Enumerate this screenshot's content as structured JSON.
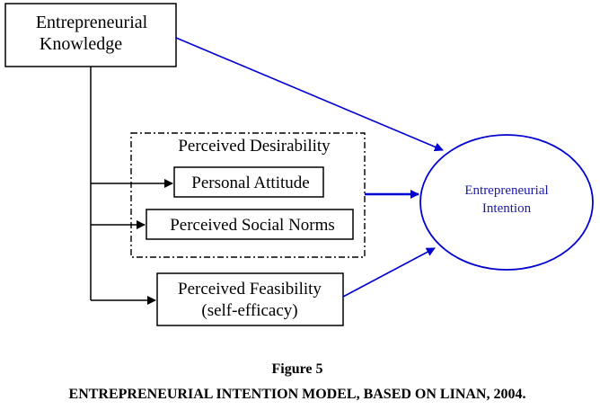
{
  "nodes": {
    "entrepreneurial_knowledge": {
      "line1": "Entrepreneurial",
      "line2": "Knowledge"
    },
    "perceived_desirability": {
      "label": "Perceived Desirability"
    },
    "personal_attitude": {
      "label": "Personal Attitude"
    },
    "perceived_social_norms": {
      "label": "Perceived Social Norms"
    },
    "perceived_feasibility": {
      "line1": "Perceived Feasibility",
      "line2": "(self-efficacy)"
    },
    "entrepreneurial_intention": {
      "line1": "Entrepreneurial",
      "line2": "Intention"
    }
  },
  "caption": {
    "figure": "Figure 5",
    "title": "ENTREPRENEURIAL INTENTION MODEL, BASED ON LINAN, 2004."
  },
  "colors": {
    "line": "#000000",
    "accent": "#0000d0",
    "intention_text": "#1a1aa8"
  }
}
